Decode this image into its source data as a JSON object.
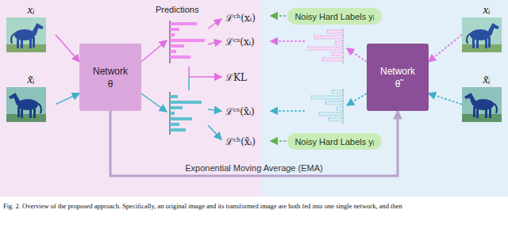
{
  "diagram": {
    "caption": "Fig. 2. Overview of the proposed approach. Specifically, an original image and its transformed image are both fed into one single network, and then",
    "nodes": [
      {
        "text": [
          "xᵢ"
        ]
      },
      {
        "text": [
          "x̃ᵢ"
        ]
      },
      {
        "text": [
          "Network θ"
        ]
      },
      {
        "text": [
          "Noisy Hard Labels yᵢ"
        ]
      },
      {
        "text": [
          "Noisy Hard Labels yᵢ"
        ]
      },
      {
        "text": [
          "Network θ̃"
        ]
      },
      {
        "text": [
          "xᵢ"
        ]
      },
      {
        "text": [
          "x̃ᵢ"
        ]
      }
    ],
    "edges": [
      {
        "from": 0,
        "to": 2,
        "arrow": "to"
      },
      {
        "from": 1,
        "to": 2,
        "arrow": "to"
      },
      {
        "from": 2,
        "to": 5,
        "arrow": "to",
        "label": "Exponential Moving Average (EMA)"
      },
      {
        "from": 6,
        "to": 5,
        "arrow": "to"
      },
      {
        "from": 7,
        "to": 5,
        "arrow": "to"
      }
    ],
    "labels": [
      "Predictions",
      "ℒᶜʰ(xᵢ)",
      "ℒᶜˢ(xᵢ)",
      "ℒKL",
      "ℒᶜˢ(x̃ᵢ)",
      "ℒᶜʰ(x̃ᵢ)"
    ]
  }
}
